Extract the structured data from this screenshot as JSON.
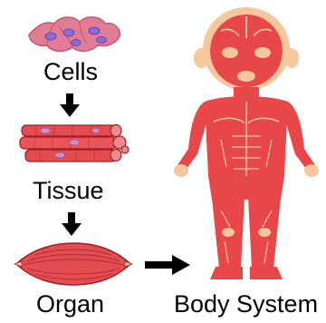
{
  "labels": {
    "cells": "Cells",
    "tissue": "Tissue",
    "organ": "Organ",
    "body_system": "Body System"
  },
  "colors": {
    "muscle_red": "#e8474a",
    "muscle_dark": "#c9262c",
    "skin": "#f6c79a",
    "cell_pink": "#d86a84",
    "cell_nucleus": "#8f6ad6",
    "arrow": "#000000"
  },
  "icons": [
    "cell-cluster-icon",
    "muscle-fibers-icon",
    "muscle-organ-icon",
    "human-muscle-body-icon"
  ]
}
